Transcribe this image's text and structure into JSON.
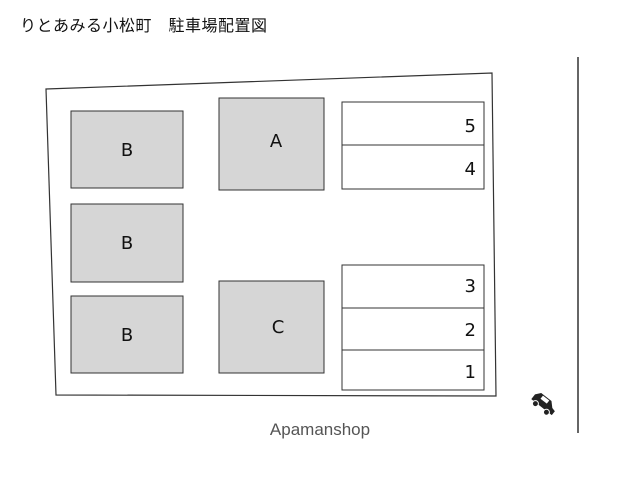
{
  "title": "りとあみる小松町　駐車場配置図",
  "buildings": [
    {
      "label": "B"
    },
    {
      "label": "B"
    },
    {
      "label": "B"
    },
    {
      "label": "A"
    },
    {
      "label": "C"
    }
  ],
  "parking_slots": [
    {
      "number": "5"
    },
    {
      "number": "4"
    },
    {
      "number": "3"
    },
    {
      "number": "2"
    },
    {
      "number": "1"
    }
  ],
  "icons": {
    "road": "road-line",
    "car": "car-icon"
  },
  "colors": {
    "building_fill": "#d6d6d6",
    "line": "#333333"
  },
  "watermark": "Apamanshop"
}
